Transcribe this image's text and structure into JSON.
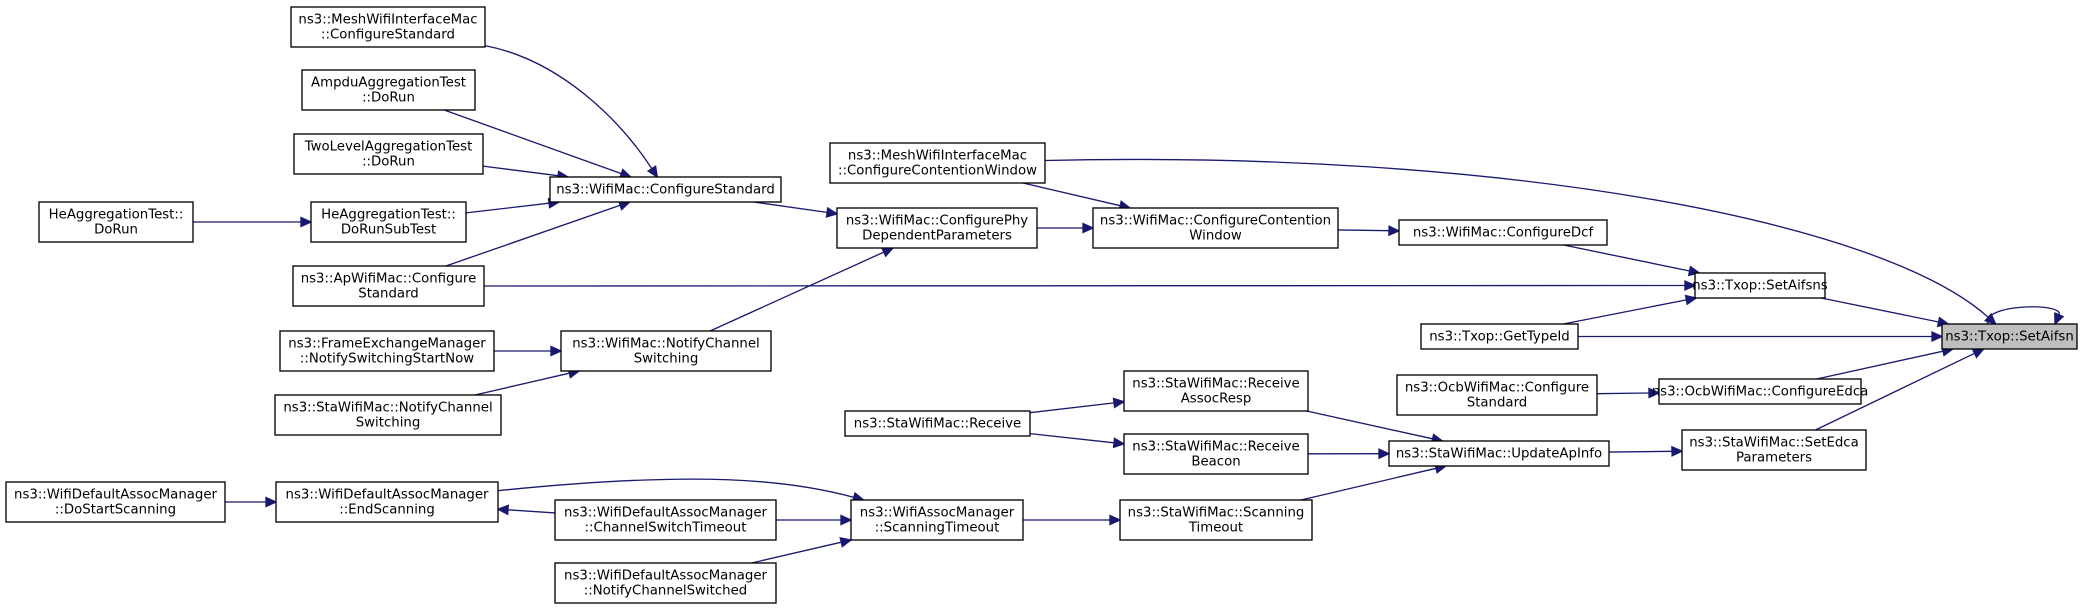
{
  "title": "ns3::Txop::SetAifsn caller graph",
  "colors": {
    "edge": "#191970",
    "focus_fill": "#bfbfbf",
    "node_fill": "#ffffff",
    "node_stroke": "#000000"
  },
  "nodes": [
    {
      "id": "setaifsn",
      "lines": [
        "ns3::Txop::SetAifsn"
      ],
      "focus": true
    },
    {
      "id": "setaifsns",
      "lines": [
        "ns3::Txop::SetAifsns"
      ]
    },
    {
      "id": "gettypeid",
      "lines": [
        "ns3::Txop::GetTypeId"
      ]
    },
    {
      "id": "ocb_configure_edca",
      "lines": [
        "ns3::OcbWifiMac::ConfigureEdca"
      ]
    },
    {
      "id": "ocb_configure_standard",
      "lines": [
        "ns3::OcbWifiMac::Configure",
        "Standard"
      ]
    },
    {
      "id": "sta_set_edca_parameters",
      "lines": [
        "ns3::StaWifiMac::SetEdca",
        "Parameters"
      ]
    },
    {
      "id": "sta_update_ap_info",
      "lines": [
        "ns3::StaWifiMac::UpdateApInfo"
      ]
    },
    {
      "id": "sta_receive_assoc_resp",
      "lines": [
        "ns3::StaWifiMac::Receive",
        "AssocResp"
      ]
    },
    {
      "id": "sta_receive_beacon",
      "lines": [
        "ns3::StaWifiMac::Receive",
        "Beacon"
      ]
    },
    {
      "id": "sta_scanning_timeout",
      "lines": [
        "ns3::StaWifiMac::Scanning",
        "Timeout"
      ]
    },
    {
      "id": "sta_receive",
      "lines": [
        "ns3::StaWifiMac::Receive"
      ]
    },
    {
      "id": "assoc_scanning_timeout",
      "lines": [
        "ns3::WifiAssocManager",
        "::ScanningTimeout"
      ]
    },
    {
      "id": "default_end_scanning",
      "lines": [
        "ns3::WifiDefaultAssocManager",
        "::EndScanning"
      ]
    },
    {
      "id": "default_channel_switch_timeout",
      "lines": [
        "ns3::WifiDefaultAssocManager",
        "::ChannelSwitchTimeout"
      ]
    },
    {
      "id": "default_notify_channel_switched",
      "lines": [
        "ns3::WifiDefaultAssocManager",
        "::NotifyChannelSwitched"
      ]
    },
    {
      "id": "default_do_start_scanning",
      "lines": [
        "ns3::WifiDefaultAssocManager",
        "::DoStartScanning"
      ]
    },
    {
      "id": "wifimac_configure_dcf",
      "lines": [
        "ns3::WifiMac::ConfigureDcf"
      ]
    },
    {
      "id": "wifimac_configure_contention_window",
      "lines": [
        "ns3::WifiMac::ConfigureContention",
        "Window"
      ]
    },
    {
      "id": "wifimac_configure_phy_dependent",
      "lines": [
        "ns3::WifiMac::ConfigurePhy",
        "DependentParameters"
      ]
    },
    {
      "id": "mesh_configure_contention_window",
      "lines": [
        "ns3::MeshWifiInterfaceMac",
        "::ConfigureContentionWindow"
      ]
    },
    {
      "id": "wifimac_configure_standard",
      "lines": [
        "ns3::WifiMac::ConfigureStandard"
      ]
    },
    {
      "id": "wifimac_notify_channel_switching",
      "lines": [
        "ns3::WifiMac::NotifyChannel",
        "Switching"
      ]
    },
    {
      "id": "mesh_configure_standard",
      "lines": [
        "ns3::MeshWifiInterfaceMac",
        "::ConfigureStandard"
      ]
    },
    {
      "id": "ampdu_aggregation_test",
      "lines": [
        "AmpduAggregationTest",
        "::DoRun"
      ]
    },
    {
      "id": "two_level_aggregation_test",
      "lines": [
        "TwoLevelAggregationTest",
        "::DoRun"
      ]
    },
    {
      "id": "he_aggregation_do_run_subtest",
      "lines": [
        "HeAggregationTest::",
        "DoRunSubTest"
      ]
    },
    {
      "id": "he_aggregation_do_run",
      "lines": [
        "HeAggregationTest::",
        "DoRun"
      ]
    },
    {
      "id": "ap_configure_standard",
      "lines": [
        "ns3::ApWifiMac::Configure",
        "Standard"
      ]
    },
    {
      "id": "fem_notify_switching_start_now",
      "lines": [
        "ns3::FrameExchangeManager",
        "::NotifySwitchingStartNow"
      ]
    },
    {
      "id": "sta_notify_channel_switching",
      "lines": [
        "ns3::StaWifiMac::NotifyChannel",
        "Switching"
      ]
    }
  ]
}
